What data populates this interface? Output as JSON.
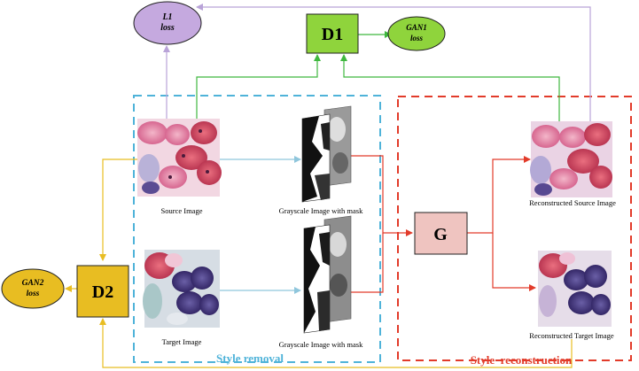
{
  "boxes": {
    "d1": "D1",
    "d2": "D2",
    "g": "G"
  },
  "losses": {
    "l1": [
      "L1",
      "loss"
    ],
    "gan1": [
      "GAN1",
      "loss"
    ],
    "gan2": [
      "GAN2",
      "loss"
    ]
  },
  "captions": {
    "source": "Source Image",
    "gray_source": "Grayscale Image with mask",
    "target": "Target Image",
    "gray_target": "Grayscale Image with mask",
    "recon_source": "Reconstructed Source Image",
    "recon_target": "Reconstructed Target Image"
  },
  "regions": {
    "style_removal": "Style removal",
    "style_reconstruction": "Style  reconstruction"
  },
  "colors": {
    "d_box": "#8fd43c",
    "d2_box": "#e8bd22",
    "g_box": "#efc4c0",
    "l1_ellipse": "#c5a9df",
    "gan1_ellipse": "#8fd43c",
    "gan2_ellipse": "#e8bd22",
    "green_arrow": "#3fb83f",
    "purple_arrow": "#b9a3d8",
    "blue_arrow": "#8fc6dc",
    "red_arrow": "#e23b2a",
    "gold_arrow": "#e8bd22",
    "removal_border": "#4fb3d9",
    "reconstruction_border": "#e23b2a"
  }
}
